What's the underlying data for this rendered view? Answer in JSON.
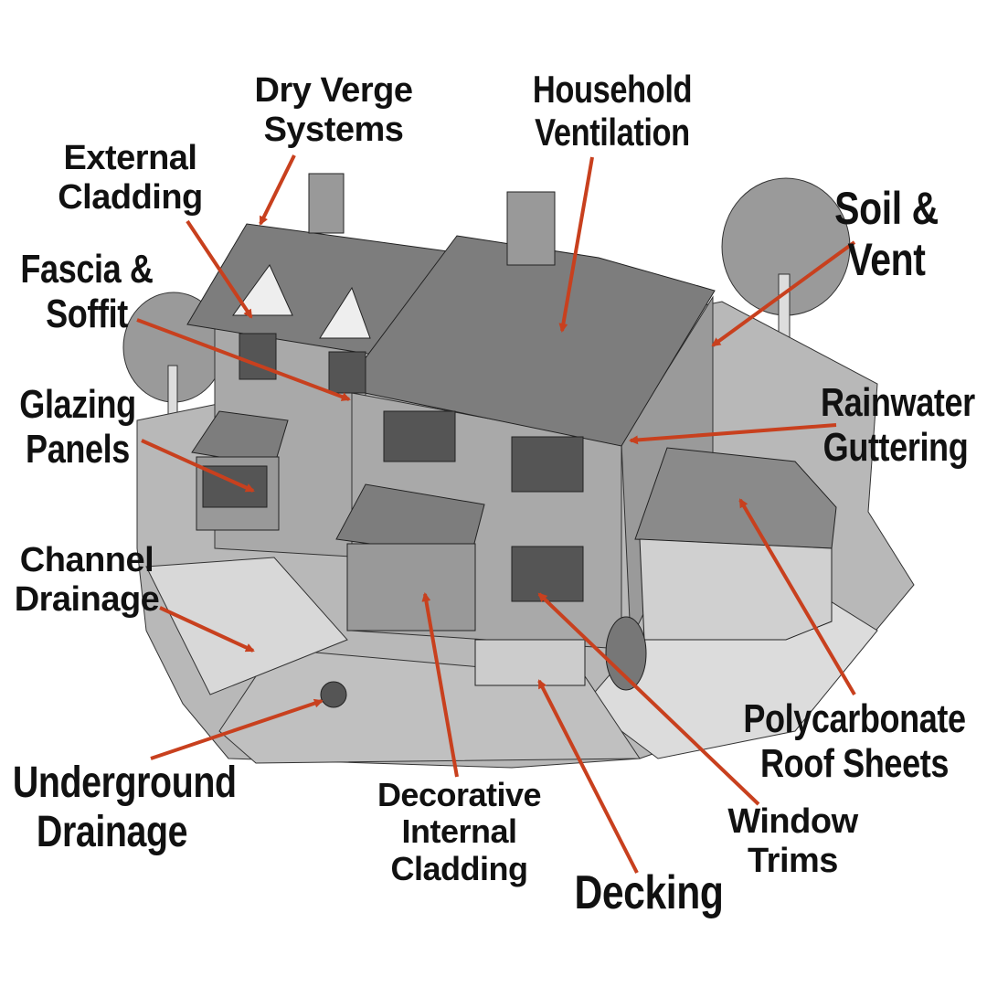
{
  "colors": {
    "arrow": "#c8401e",
    "roof": "#7d7d7d",
    "wall": "#a9a9a9",
    "ground": "#c8c8c8",
    "tree": "#9a9a9a"
  },
  "labels": {
    "dry_verge": [
      "Dry Verge",
      "Systems"
    ],
    "household_ventilation": [
      "Household",
      "Ventilation"
    ],
    "external_cladding": [
      "External",
      "Cladding"
    ],
    "soil_vent": [
      "Soil & Vent"
    ],
    "fascia_soffit": [
      "Fascia &",
      "Soffit"
    ],
    "glazing_panels": [
      "Glazing",
      "Panels"
    ],
    "rainwater_guttering": [
      "Rainwater",
      "Guttering"
    ],
    "channel_drainage": [
      "Channel",
      "Drainage"
    ],
    "polycarbonate": [
      "Polycarbonate",
      "Roof Sheets"
    ],
    "underground_drainage": [
      "Underground",
      "Drainage"
    ],
    "decorative_cladding": [
      "Decorative",
      "Internal",
      "Cladding"
    ],
    "decking": [
      "Decking"
    ],
    "window_trims": [
      "Window",
      "Trims"
    ]
  }
}
